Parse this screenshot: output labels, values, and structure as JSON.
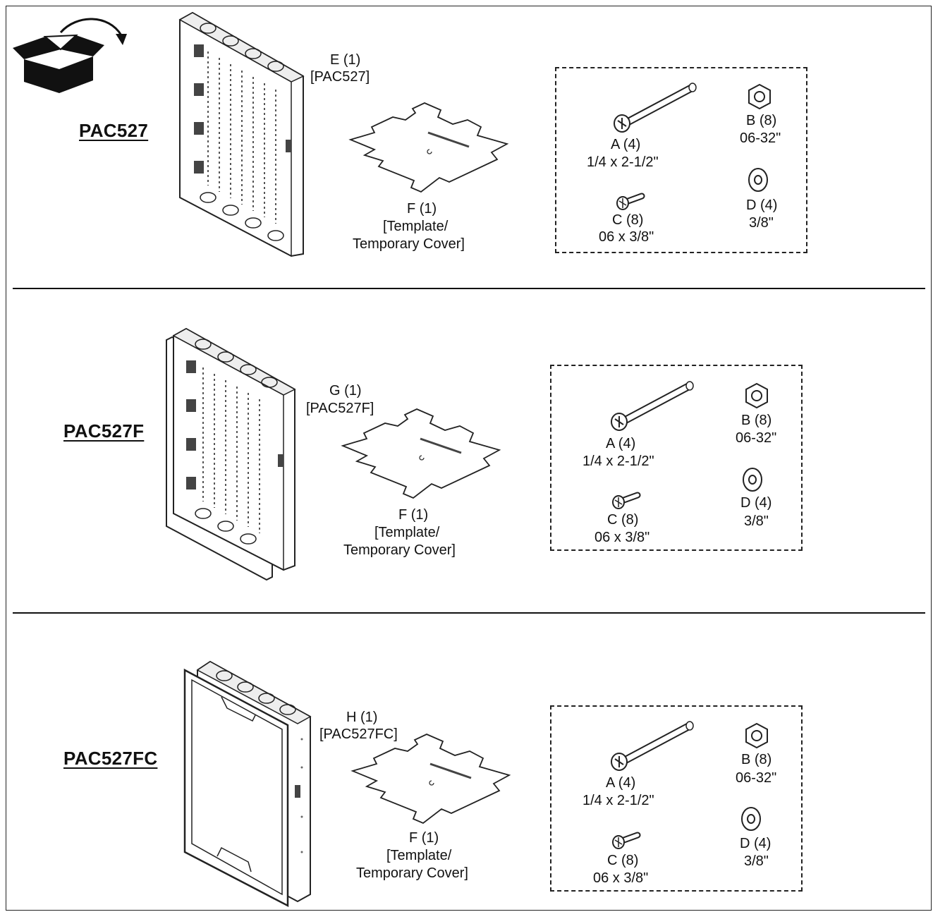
{
  "sections": [
    {
      "model": "PAC527",
      "enclosure": {
        "id": "E (1)",
        "part": "[PAC527]"
      },
      "template": {
        "id": "F (1)",
        "line1": "[Template/",
        "line2": "Temporary Cover]"
      },
      "hardware": {
        "a": {
          "id": "A (4)",
          "size": "1/4 x 2-1/2\""
        },
        "b": {
          "id": "B (8)",
          "size": "06-32\""
        },
        "c": {
          "id": "C (8)",
          "size": "06 x 3/8\""
        },
        "d": {
          "id": "D (4)",
          "size": "3/8\""
        }
      }
    },
    {
      "model": "PAC527F",
      "enclosure": {
        "id": "G (1)",
        "part": "[PAC527F]"
      },
      "template": {
        "id": "F (1)",
        "line1": "[Template/",
        "line2": "Temporary Cover]"
      },
      "hardware": {
        "a": {
          "id": "A (4)",
          "size": "1/4 x 2-1/2\""
        },
        "b": {
          "id": "B (8)",
          "size": "06-32\""
        },
        "c": {
          "id": "C (8)",
          "size": "06 x 3/8\""
        },
        "d": {
          "id": "D (4)",
          "size": "3/8\""
        }
      }
    },
    {
      "model": "PAC527FC",
      "enclosure": {
        "id": "H (1)",
        "part": "[PAC527FC]"
      },
      "template": {
        "id": "F (1)",
        "line1": "[Template/",
        "line2": "Temporary Cover]"
      },
      "hardware": {
        "a": {
          "id": "A (4)",
          "size": "1/4 x 2-1/2\""
        },
        "b": {
          "id": "B (8)",
          "size": "06-32\""
        },
        "c": {
          "id": "C (8)",
          "size": "06 x 3/8\""
        },
        "d": {
          "id": "D (4)",
          "size": "3/8\""
        }
      }
    }
  ],
  "icons": {
    "unpack": "open-box-icon",
    "enclosure": "enclosure-icon",
    "template": "template-cover-icon",
    "screw": "long-screw-icon",
    "nut": "hex-nut-icon",
    "short_screw": "short-screw-icon",
    "washer": "washer-icon"
  }
}
